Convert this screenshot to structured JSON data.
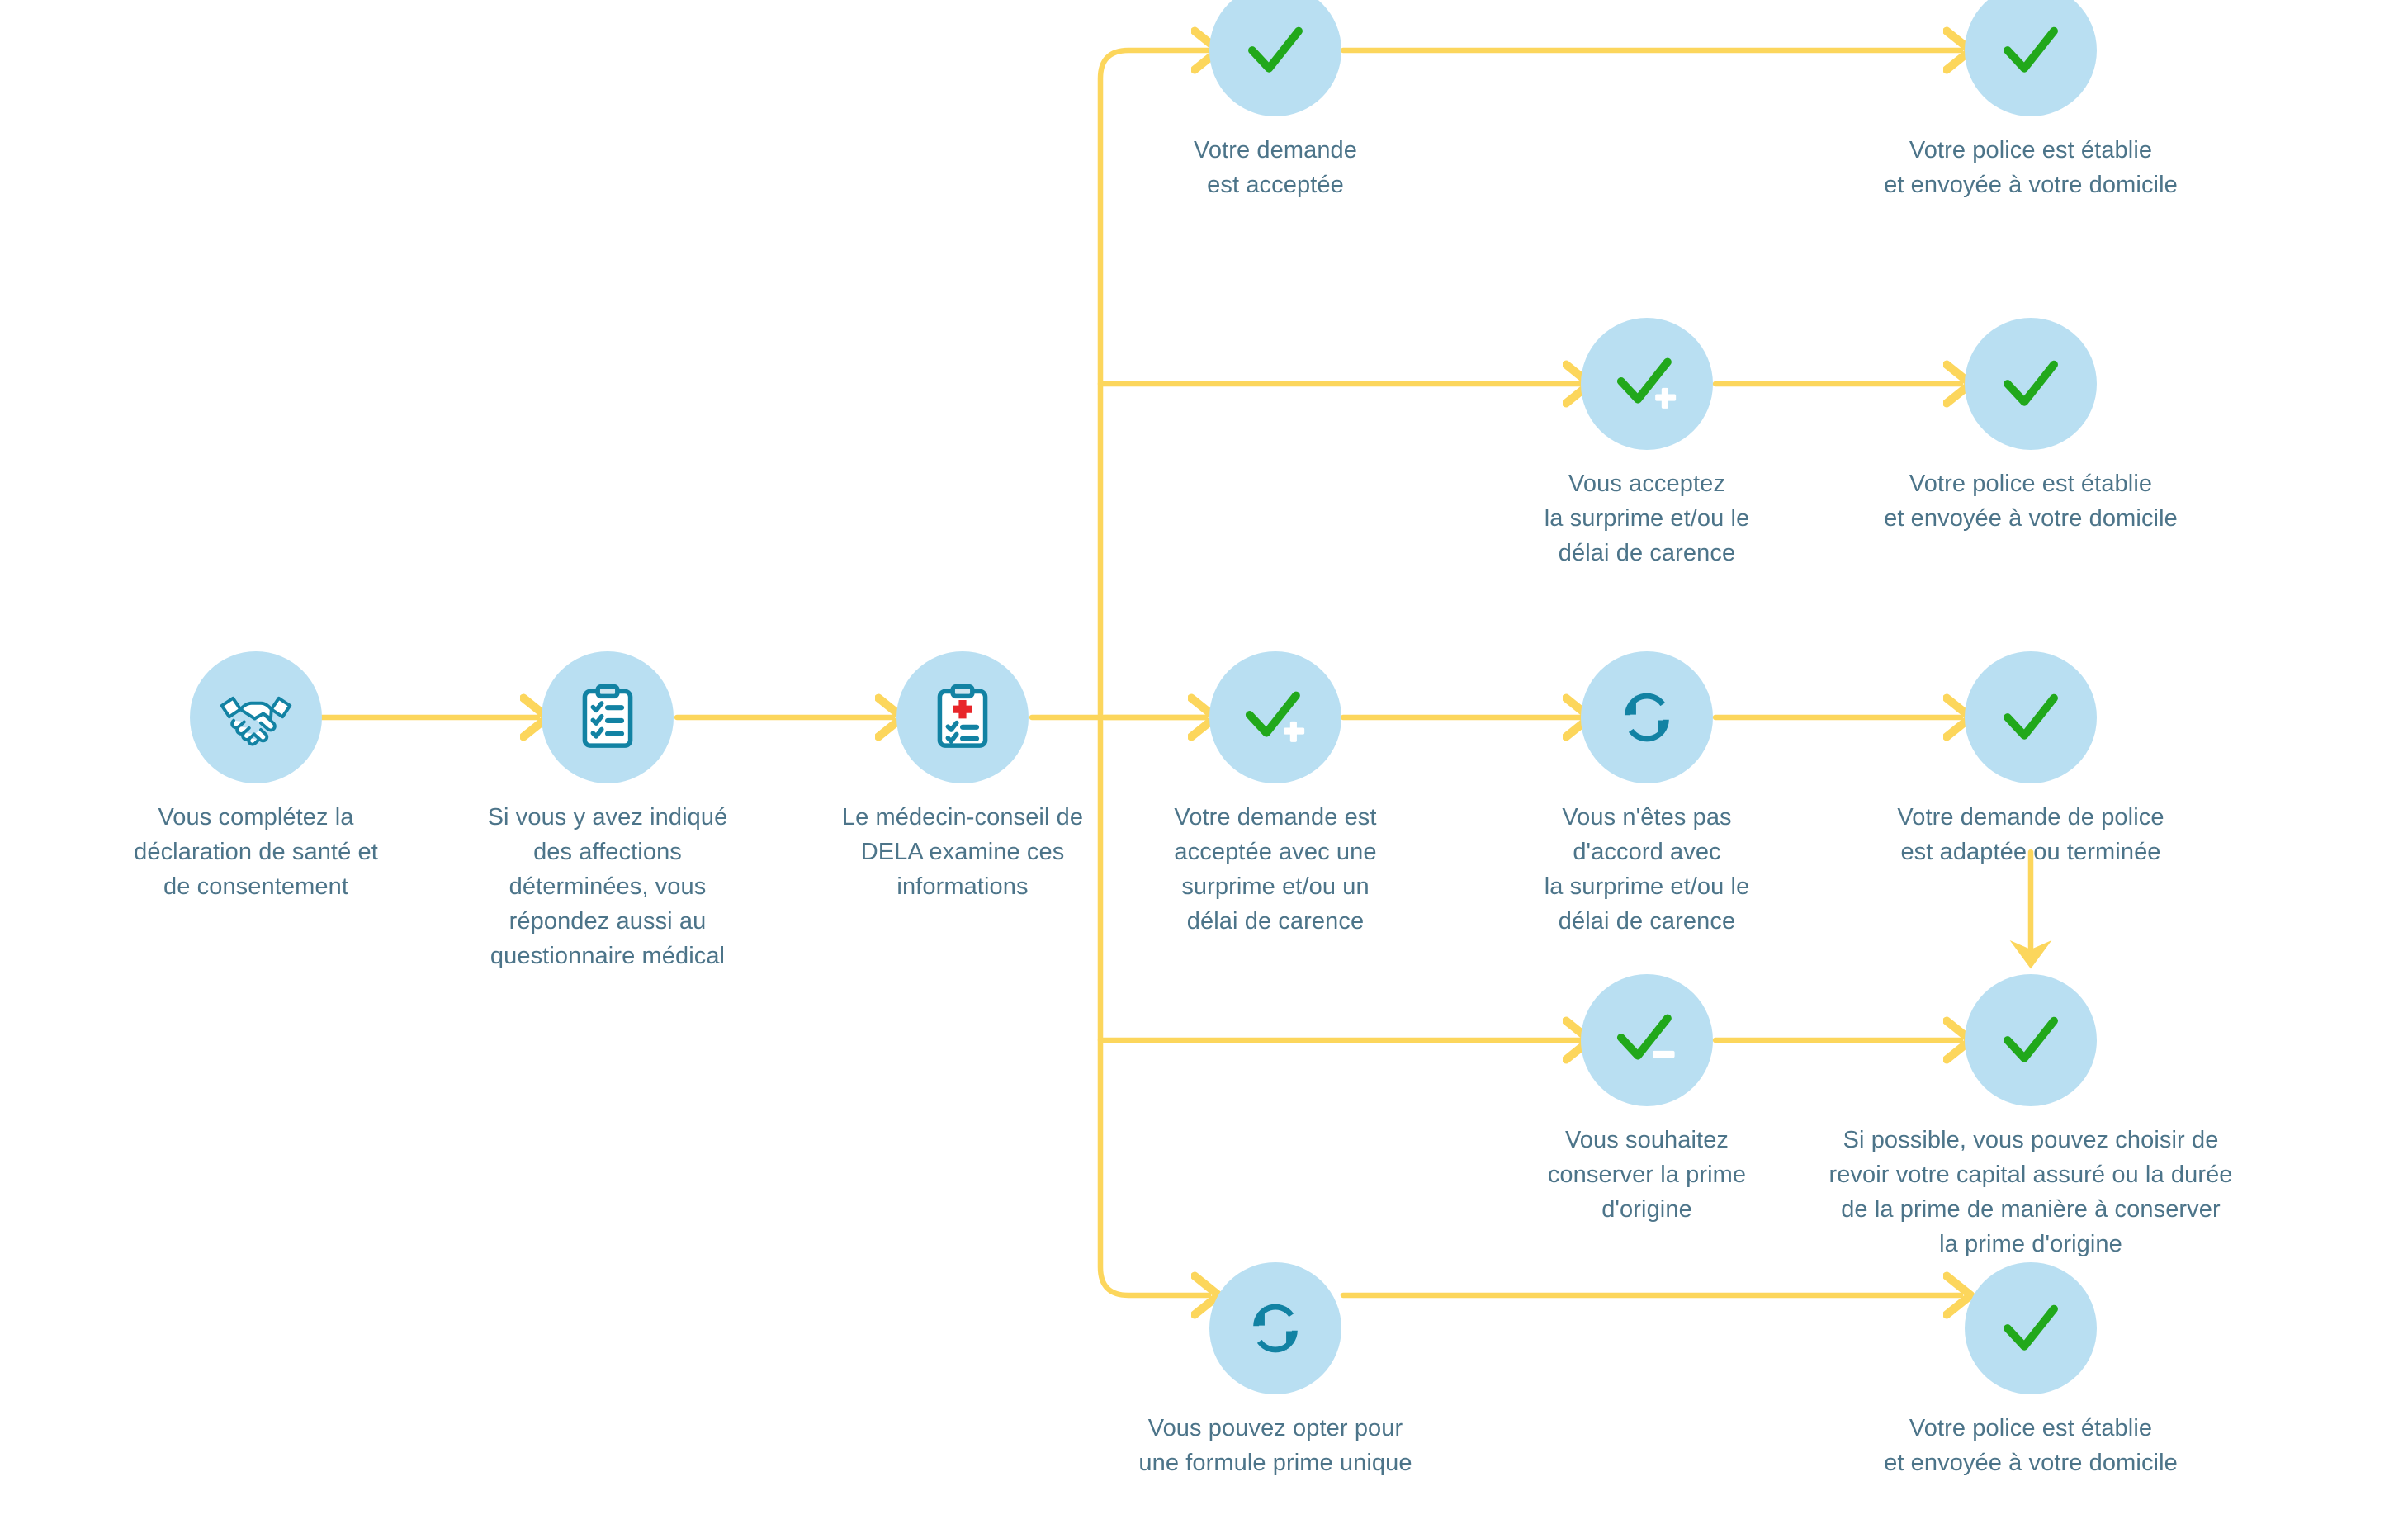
{
  "diagram": {
    "title": "Parcours de souscription DELA",
    "colors": {
      "bubble_fill": "#b9dff2",
      "connector": "#fcd65c",
      "check_green": "#21a81b",
      "icon_teal": "#1282a3",
      "text": "#4c7489",
      "cross_red": "#e8262a",
      "badge_white": "#ffffff",
      "background": "#ffffff"
    }
  },
  "nodes": [
    {
      "id": "declaration",
      "icon": "handshake-icon",
      "caption": "Vous complétez la\ndéclaration de santé et\nde consentement"
    },
    {
      "id": "questionnaire",
      "icon": "clipboard-checklist-icon",
      "caption": "Si vous y avez indiqué\ndes affections\ndéterminées, vous\nrépondez aussi au\nquestionnaire médical"
    },
    {
      "id": "medecin-conseil",
      "icon": "medical-clipboard-icon",
      "caption": "Le médecin-conseil de\nDELA examine ces\ninformations"
    },
    {
      "id": "demande-acceptee",
      "icon": "check-icon",
      "caption": "Votre demande\nest acceptée"
    },
    {
      "id": "police-etablie-1",
      "icon": "check-icon",
      "caption": "Votre police est établie\net envoyée à votre domicile"
    },
    {
      "id": "vous-acceptez-surprime",
      "icon": "check-plus-icon",
      "caption": "Vous acceptez\nla surprime et/ou le\ndélai de carence"
    },
    {
      "id": "police-etablie-2",
      "icon": "check-icon",
      "caption": "Votre police est établie\net envoyée à votre domicile"
    },
    {
      "id": "acceptee-avec-surprime",
      "icon": "check-plus-icon",
      "caption": "Votre demande est\nacceptée avec une\nsurprime et/ou un\ndélai de carence"
    },
    {
      "id": "pas-daccord",
      "icon": "refresh-cycle-icon",
      "caption": "Vous n'êtes pas\nd'accord avec\nla surprime et/ou le\ndélai de carence"
    },
    {
      "id": "demande-adaptee",
      "icon": "check-icon",
      "caption": "Votre demande de police\nest adaptée ou terminée"
    },
    {
      "id": "conserver-prime",
      "icon": "check-minus-icon",
      "caption": "Vous souhaitez\nconserver la prime\nd'origine"
    },
    {
      "id": "revoir-capital",
      "icon": "check-icon",
      "caption": "Si possible, vous pouvez choisir de\nrevoir votre capital assuré ou la durée\nde la prime de manière à conserver\nla prime d'origine"
    },
    {
      "id": "prime-unique",
      "icon": "refresh-cycle-icon",
      "caption": "Vous pouvez opter pour\nune formule prime unique"
    },
    {
      "id": "police-etablie-3",
      "icon": "check-icon",
      "caption": "Votre police est établie\net envoyée à votre domicile"
    }
  ]
}
